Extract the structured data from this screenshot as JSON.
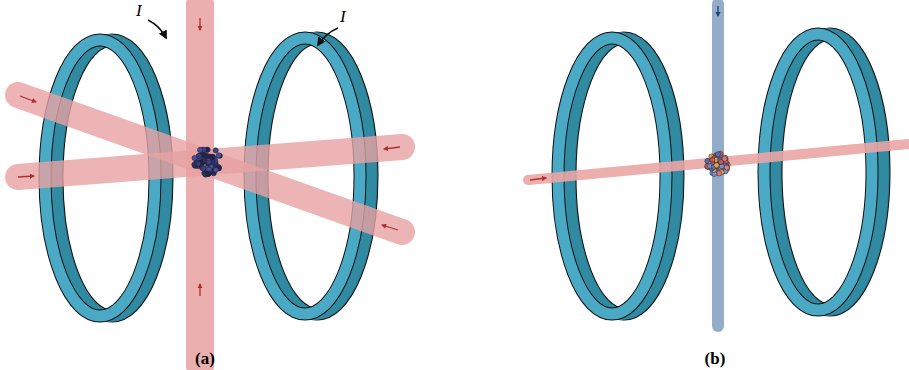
{
  "diagram": {
    "labels": [
      "I",
      "I",
      "(a)",
      "(b)"
    ]
  }
}
